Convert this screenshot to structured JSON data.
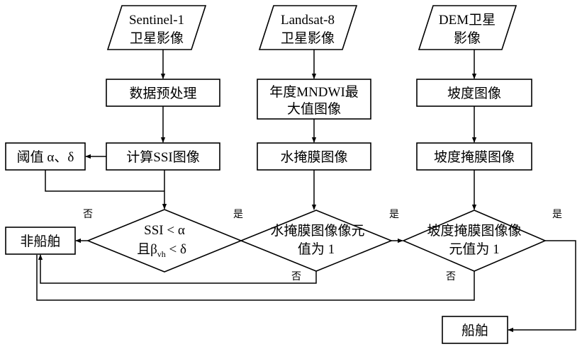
{
  "nodes": {
    "sentinel1": {
      "line1": "Sentinel-1",
      "line2": "卫星影像"
    },
    "landsat8": {
      "line1": "Landsat-8",
      "line2": "卫星影像"
    },
    "dem": {
      "line1": "DEM卫星",
      "line2": "影像"
    },
    "preprocess": {
      "label": "数据预处理"
    },
    "mndwi": {
      "line1": "年度MNDWI最",
      "line2": "大值图像"
    },
    "slope": {
      "label": "坡度图像"
    },
    "threshold": {
      "label": "阈值 α、δ"
    },
    "ssi": {
      "label": "计算SSI图像"
    },
    "water_mask": {
      "label": "水掩膜图像"
    },
    "slope_mask": {
      "label": "坡度掩膜图像"
    },
    "non_ship": {
      "label": "非船舶"
    },
    "decision_ssi": {
      "line1": "SSI < α",
      "line2_prefix": "且β",
      "line2_sub": "vh",
      "line2_suffix": " < δ"
    },
    "decision_water": {
      "line1": "水掩膜图像像元",
      "line2": "值为 1"
    },
    "decision_slope": {
      "line1": "坡度掩膜图像像",
      "line2": "元值为 1"
    },
    "ship": {
      "label": "船舶"
    }
  },
  "edge_labels": {
    "no_ssi": "否",
    "yes_ssi": "是",
    "yes_water": "是",
    "yes_slope": "是",
    "no_water": "否",
    "no_slope": "否"
  }
}
